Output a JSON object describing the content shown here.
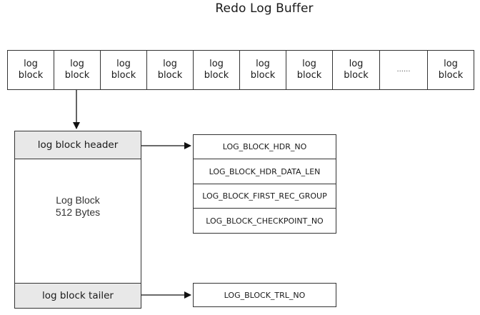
{
  "title": "Redo Log Buffer",
  "buffer_cells": [
    [
      "log",
      "block"
    ],
    [
      "log",
      "block"
    ],
    [
      "log",
      "block"
    ],
    [
      "log",
      "block"
    ],
    [
      "log",
      "block"
    ],
    [
      "log",
      "block"
    ],
    [
      "log",
      "block"
    ],
    [
      "log",
      "block"
    ],
    [
      "......"
    ],
    [
      "log",
      "block"
    ]
  ],
  "log_block": {
    "header_label": "log block header",
    "body_line1": "Log Block",
    "body_line2": "512 Bytes",
    "tailer_label": "log block tailer"
  },
  "header_fields": [
    "LOG_BLOCK_HDR_NO",
    "LOG_BLOCK_HDR_DATA_LEN",
    "LOG_BLOCK_FIRST_REC_GROUP",
    "LOG_BLOCK_CHECKPOINT_NO"
  ],
  "tailer_fields": [
    "LOG_BLOCK_TRL_NO"
  ]
}
